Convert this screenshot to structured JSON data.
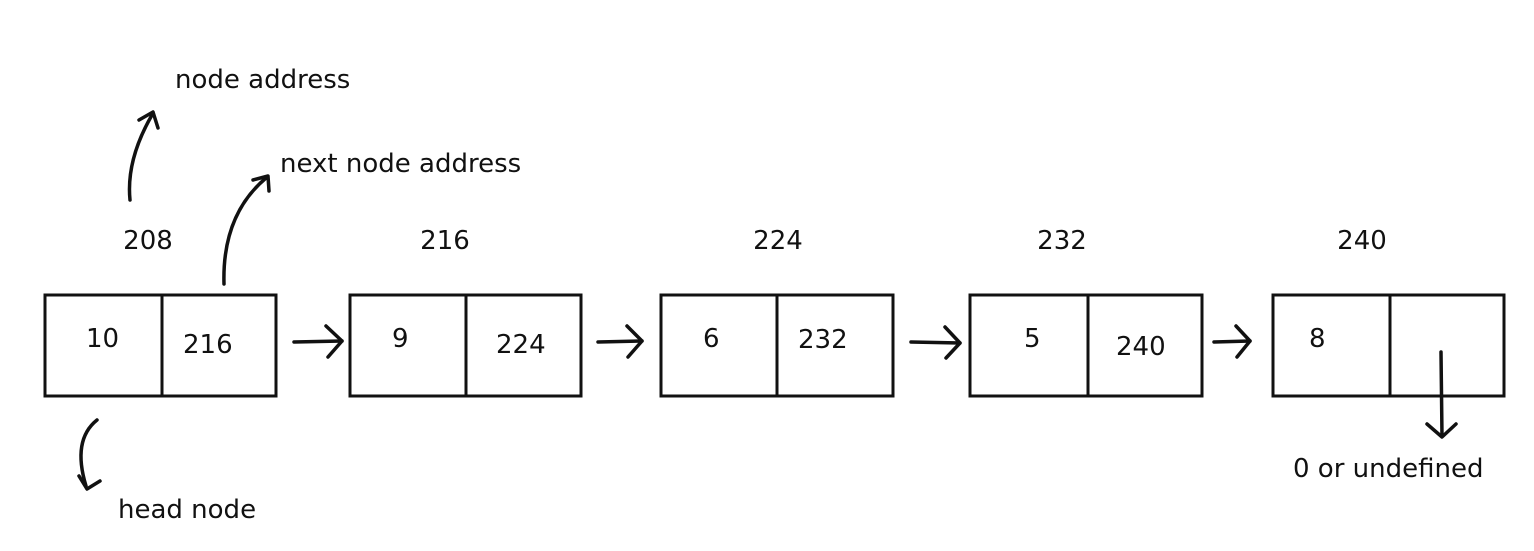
{
  "diagram": {
    "nodes": [
      {
        "address": "208",
        "value": "10",
        "next": "216"
      },
      {
        "address": "216",
        "value": "9",
        "next": "224"
      },
      {
        "address": "224",
        "value": "6",
        "next": "232"
      },
      {
        "address": "232",
        "value": "5",
        "next": "240"
      },
      {
        "address": "240",
        "value": "8",
        "next": ""
      }
    ],
    "annotations": {
      "node_address": "node address",
      "next_node_address": "next node address",
      "head_node": "head node",
      "tail_null": "0 or undefined"
    }
  }
}
